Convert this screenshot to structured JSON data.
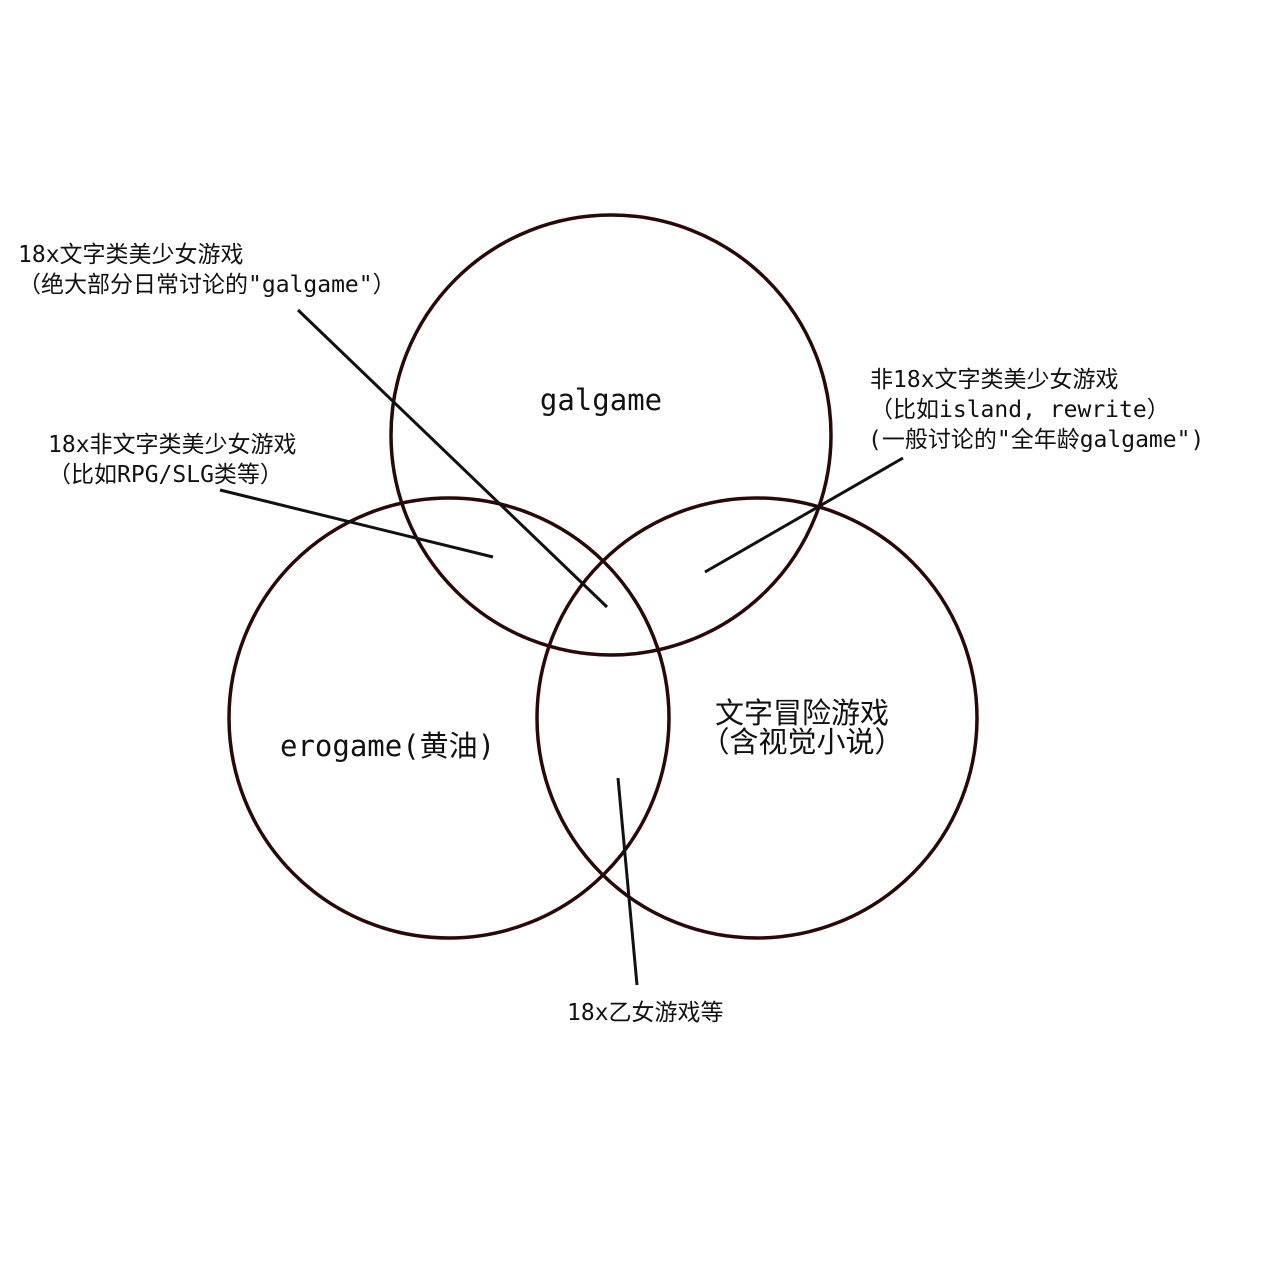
{
  "sets": {
    "galgame": "galgame",
    "erogame": "erogame(黄油)",
    "adventure_line1": "文字冒险游戏",
    "adventure_line2": "（含视觉小说）"
  },
  "annotations": {
    "center": {
      "line1": "18x文字类美少女游戏",
      "line2": "（绝大部分日常讨论的\"galgame\"）"
    },
    "gal_ero": {
      "line1": "18x非文字类美少女游戏",
      "line2": "（比如RPG/SLG类等）"
    },
    "gal_adv": {
      "line1": "非18x文字类美少女游戏",
      "line2": "（比如island, rewrite）",
      "line3": "(一般讨论的\"全年龄galgame\")"
    },
    "ero_adv": {
      "line1": "18x乙女游戏等"
    }
  },
  "colors": {
    "circle": "#2a0808",
    "line": "#111111"
  }
}
